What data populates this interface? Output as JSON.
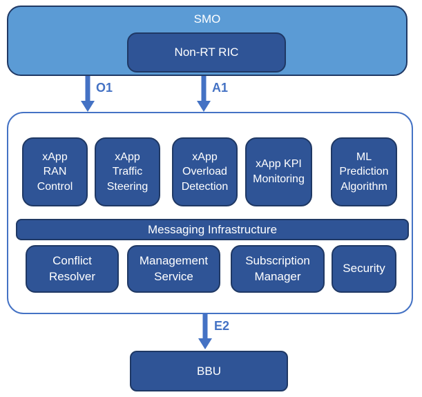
{
  "colors": {
    "smo_fill": "#5B9BD5",
    "block_fill": "#2F5496",
    "block_border": "#1F3864",
    "container_border": "#4472C4",
    "arrow": "#4472C4",
    "block_text": "#FFFFFF",
    "interface_label_text": "#4472C4"
  },
  "smo": {
    "label": "SMO",
    "non_rt_ric_label": "Non-RT RIC"
  },
  "interfaces": {
    "o1": "O1",
    "a1": "A1",
    "e2": "E2"
  },
  "near_rt_ric": {
    "xapps": [
      {
        "label": "xApp\nRAN\nControl"
      },
      {
        "label": "xApp\nTraffic\nSteering"
      },
      {
        "label": "xApp\nOverload\nDetection"
      },
      {
        "label": "xApp KPI\nMonitoring"
      },
      {
        "label": "ML\nPrediction\nAlgorithm"
      }
    ],
    "messaging_label": "Messaging Infrastructure",
    "services": [
      {
        "label": "Conflict\nResolver"
      },
      {
        "label": "Management\nService"
      },
      {
        "label": "Subscription\nManager"
      },
      {
        "label": "Security"
      }
    ]
  },
  "bbu": {
    "label": "BBU"
  }
}
